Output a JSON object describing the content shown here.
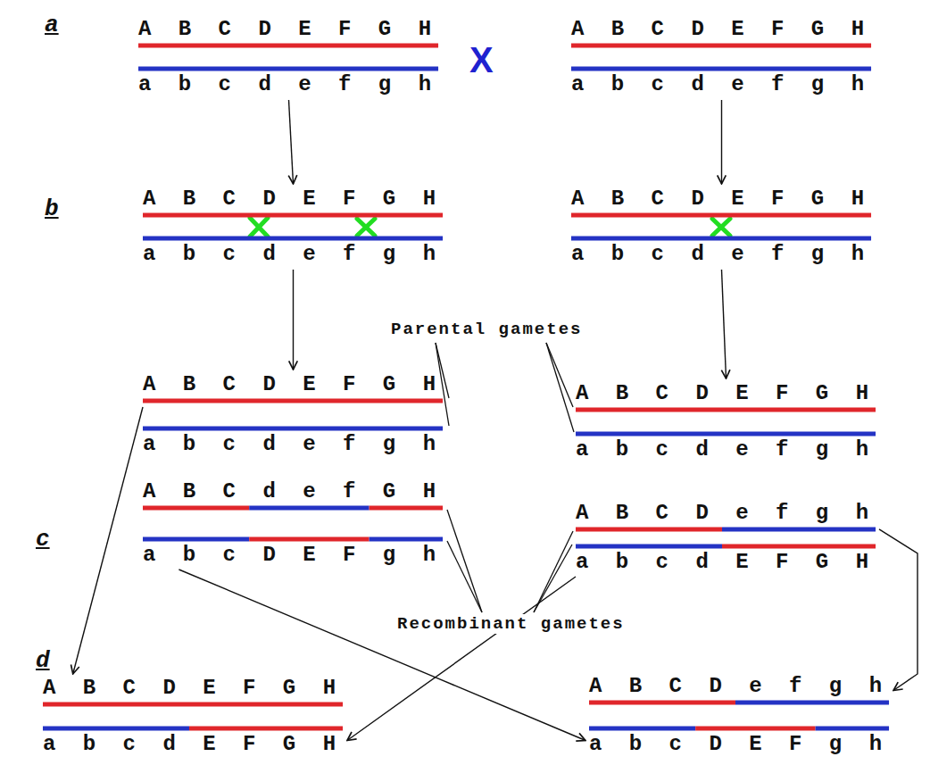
{
  "diagram": {
    "nodes": [
      {
        "text": [
          "A B C D E F G H"
        ]
      },
      {
        "text": [
          "a b c d e f g h"
        ]
      },
      {
        "text": [
          "A B C D E F G H"
        ]
      },
      {
        "text": [
          "a b c d e f g h"
        ]
      },
      {
        "text": [
          "A B C D E F G H"
        ]
      },
      {
        "text": [
          "a b c d e f g h"
        ]
      },
      {
        "text": [
          "A B C D E F G H"
        ]
      },
      {
        "text": [
          "a b c d e f g h"
        ]
      },
      {
        "text": [
          "A B C D E F G H"
        ]
      },
      {
        "text": [
          "a b c d e f g h"
        ]
      },
      {
        "text": [
          "A B C d e f G H"
        ]
      },
      {
        "text": [
          "a b c D E F g h"
        ]
      },
      {
        "text": [
          "A B C D E F G H"
        ]
      },
      {
        "text": [
          "a b c d e f g h"
        ]
      },
      {
        "text": [
          "A B C D e f g h"
        ]
      },
      {
        "text": [
          "a b c d E F G H"
        ]
      },
      {
        "text": [
          "A B C D E F G H"
        ]
      },
      {
        "text": [
          "a b c d E F G H"
        ]
      },
      {
        "text": [
          "A B C D e f g h"
        ]
      },
      {
        "text": [
          "a b c D E F g h"
        ]
      }
    ],
    "edges": [
      {
        "from": 1,
        "to": 4,
        "arrow": "to"
      },
      {
        "from": 3,
        "to": 6,
        "arrow": "to"
      },
      {
        "from": 5,
        "to": 8,
        "arrow": "to"
      },
      {
        "from": 7,
        "to": 12,
        "arrow": "to"
      },
      {
        "from": 8,
        "to": 16,
        "arrow": "to"
      },
      {
        "from": 15,
        "to": 17,
        "arrow": "to"
      },
      {
        "from": 11,
        "to": 19,
        "arrow": "to"
      },
      {
        "from": 14,
        "to": 18,
        "arrow": "to"
      }
    ],
    "labels": [
      "a",
      "b",
      "c",
      "d",
      "X",
      "Parental gametes",
      "Recombinant gametes"
    ]
  }
}
